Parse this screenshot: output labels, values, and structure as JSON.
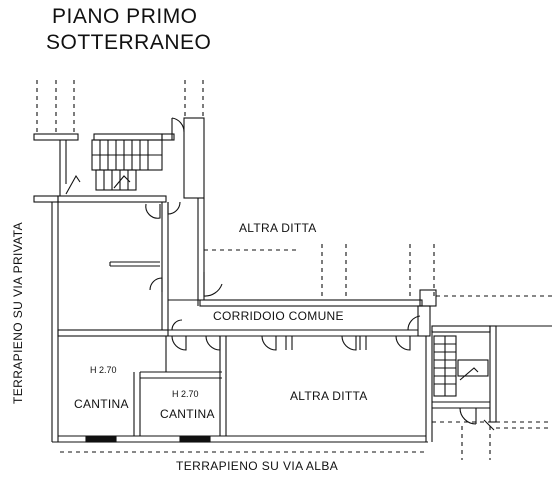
{
  "title": {
    "line1": "PIANO PRIMO",
    "line2": "SOTTERRANEO"
  },
  "rooms": {
    "altra_ditta_top": "ALTRA DITTA",
    "corridoio_comune": "CORRIDOIO COMUNE",
    "altra_ditta_bottom": "ALTRA DITTA",
    "cantina_left": "CANTINA",
    "cantina_right": "CANTINA"
  },
  "heights": {
    "cantina_left": "H 2.70",
    "cantina_right": "H 2.70"
  },
  "surroundings": {
    "left_side": "TERRAPIENO SU VIA PRIVATA",
    "bottom_side": "TERRAPIENO SU VIA ALBA"
  }
}
